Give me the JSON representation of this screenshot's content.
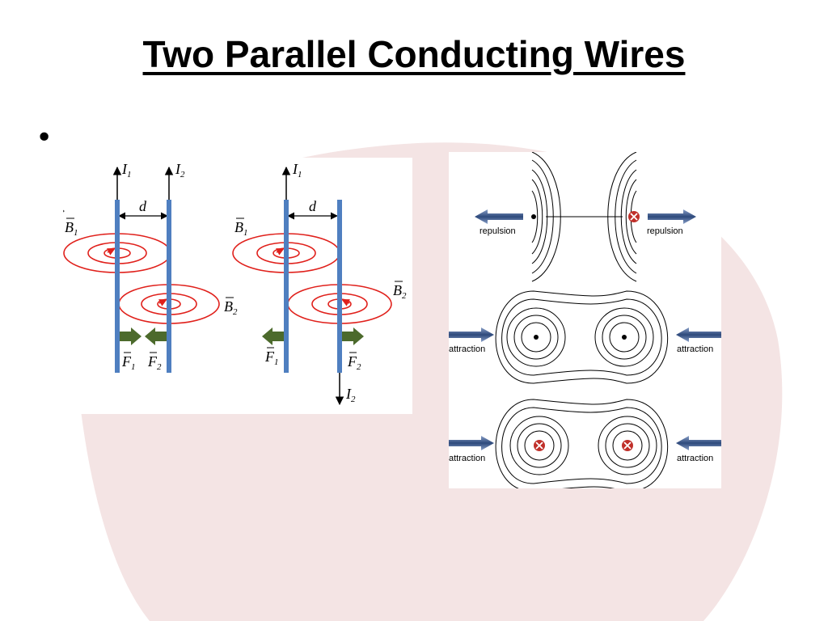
{
  "slide": {
    "title": "Two Parallel Conducting Wires",
    "bullet": "•"
  },
  "colors": {
    "background_blob": "#f4e4e4",
    "wire": "#4f7fc0",
    "field_loop": "#e0201b",
    "force_arrow": "#4c6a2c",
    "pole_arrow": "#2e4a7c",
    "into_page": "#c0302a"
  },
  "left_diagram": {
    "parallel": {
      "current_1": "I",
      "current_1_sub": "1",
      "current_2": "I",
      "current_2_sub": "2",
      "distance": "d",
      "field_1": "B",
      "field_1_sub": "1",
      "field_2": "B",
      "field_2_sub": "2",
      "force_1": "F",
      "force_1_sub": "1",
      "force_2": "F",
      "force_2_sub": "2"
    },
    "antiparallel": {
      "current_1": "I",
      "current_1_sub": "1",
      "current_2": "I",
      "current_2_sub": "2",
      "distance": "d",
      "field_1": "B",
      "field_1_sub": "1",
      "field_2": "B",
      "field_2_sub": "2",
      "force_1": "F",
      "force_1_sub": "1",
      "force_2": "F",
      "force_2_sub": "2"
    }
  },
  "right_diagram": {
    "rows": [
      {
        "left_label": "repulsion",
        "right_label": "repulsion"
      },
      {
        "left_label": "attraction",
        "right_label": "attraction"
      },
      {
        "left_label": "attraction",
        "right_label": "attraction"
      }
    ]
  }
}
